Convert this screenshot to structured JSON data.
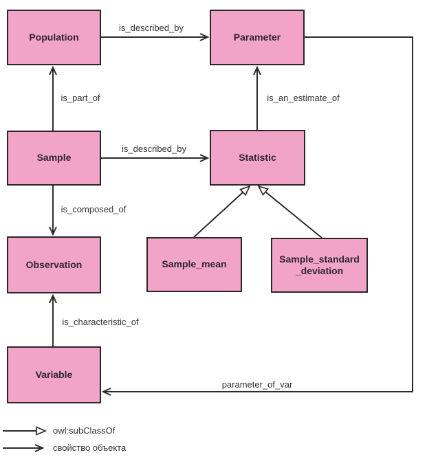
{
  "diagram": {
    "nodes": [
      {
        "id": "population",
        "label": "Population"
      },
      {
        "id": "parameter",
        "label": "Parameter"
      },
      {
        "id": "sample",
        "label": "Sample"
      },
      {
        "id": "statistic",
        "label": "Statistic"
      },
      {
        "id": "observation",
        "label": "Observation"
      },
      {
        "id": "sample_mean",
        "label": "Sample_mean"
      },
      {
        "id": "sample_standard_deviation",
        "label": "Sample_standard\n_deviation"
      },
      {
        "id": "variable",
        "label": "Variable"
      }
    ],
    "edges": [
      {
        "from": "Population",
        "to": "Parameter",
        "label": "is_described_by",
        "type": "object-property"
      },
      {
        "from": "Sample",
        "to": "Population",
        "label": "is_part_of",
        "type": "object-property"
      },
      {
        "from": "Statistic",
        "to": "Parameter",
        "label": "is_an_estimate_of",
        "type": "object-property"
      },
      {
        "from": "Sample",
        "to": "Statistic",
        "label": "is_described_by",
        "type": "object-property"
      },
      {
        "from": "Sample",
        "to": "Observation",
        "label": "is_composed_of",
        "type": "object-property"
      },
      {
        "from": "Variable",
        "to": "Observation",
        "label": "is_characteristic_of",
        "type": "object-property"
      },
      {
        "from": "Sample_mean",
        "to": "Statistic",
        "label": "",
        "type": "subclass"
      },
      {
        "from": "Sample_standard_deviation",
        "to": "Statistic",
        "label": "",
        "type": "subclass"
      },
      {
        "from": "Parameter",
        "to": "Variable",
        "label": "parameter_of_var",
        "type": "object-property"
      }
    ],
    "legend": [
      {
        "symbol": "hollow-triangle-arrow",
        "label": "owl:subClassOf"
      },
      {
        "symbol": "open-arrow",
        "label": "свойство объекта"
      }
    ],
    "colors": {
      "node_fill": "#f2a4c8",
      "node_border": "#2b262a",
      "edge_line": "#2b2b2b",
      "label_text": "#333333"
    }
  }
}
